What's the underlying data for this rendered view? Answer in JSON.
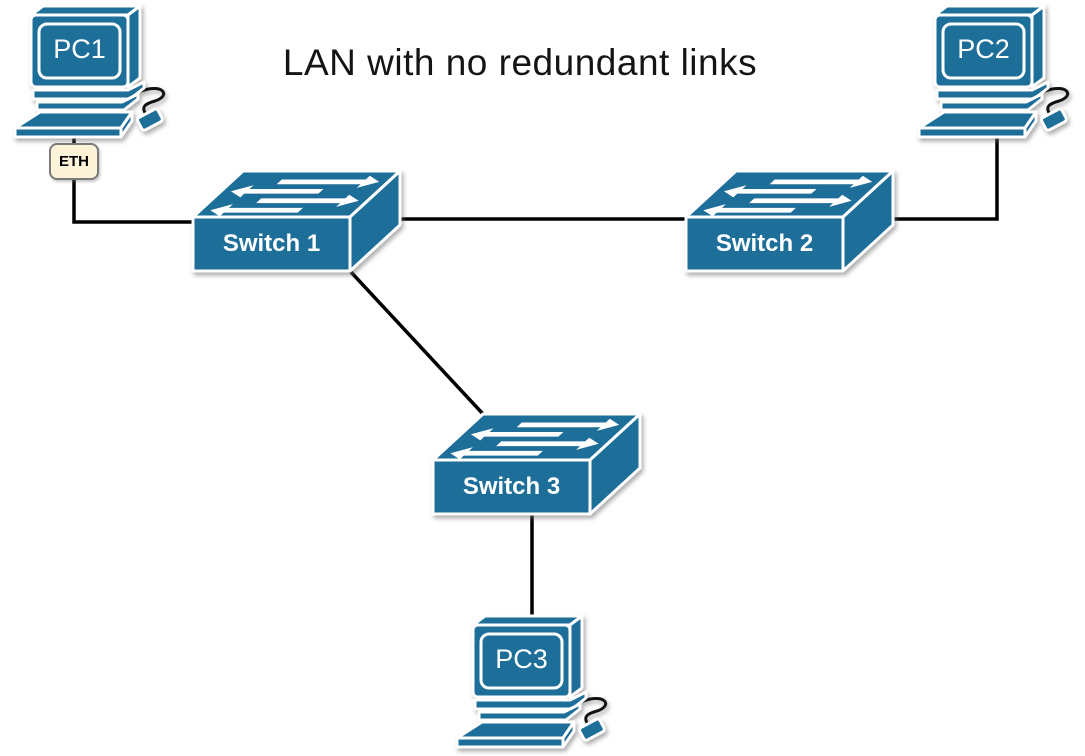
{
  "title": "LAN with no redundant links",
  "nodes": {
    "pc1": {
      "label": "PC1",
      "type": "pc"
    },
    "pc2": {
      "label": "PC2",
      "type": "pc"
    },
    "pc3": {
      "label": "PC3",
      "type": "pc"
    },
    "switch1": {
      "label": "Switch 1",
      "type": "switch"
    },
    "switch2": {
      "label": "Switch 2",
      "type": "switch"
    },
    "switch3": {
      "label": "Switch 3",
      "type": "switch"
    }
  },
  "badges": {
    "eth": {
      "label": "ETH"
    }
  },
  "links": [
    {
      "from": "pc1",
      "to": "switch1",
      "badge": "ETH"
    },
    {
      "from": "switch1",
      "to": "switch2"
    },
    {
      "from": "pc2",
      "to": "switch2"
    },
    {
      "from": "switch1",
      "to": "switch3"
    },
    {
      "from": "switch3",
      "to": "pc3"
    }
  ],
  "colors": {
    "node_fill": "#1d6e99",
    "node_stroke": "#ffffff",
    "link_line": "#000000",
    "eth_background": "#fdf3d8",
    "eth_border": "#7a7a7a",
    "eth_text": "#000000",
    "title_text": "#141414",
    "label_text": "#ffffff",
    "background": "#ffffff"
  }
}
